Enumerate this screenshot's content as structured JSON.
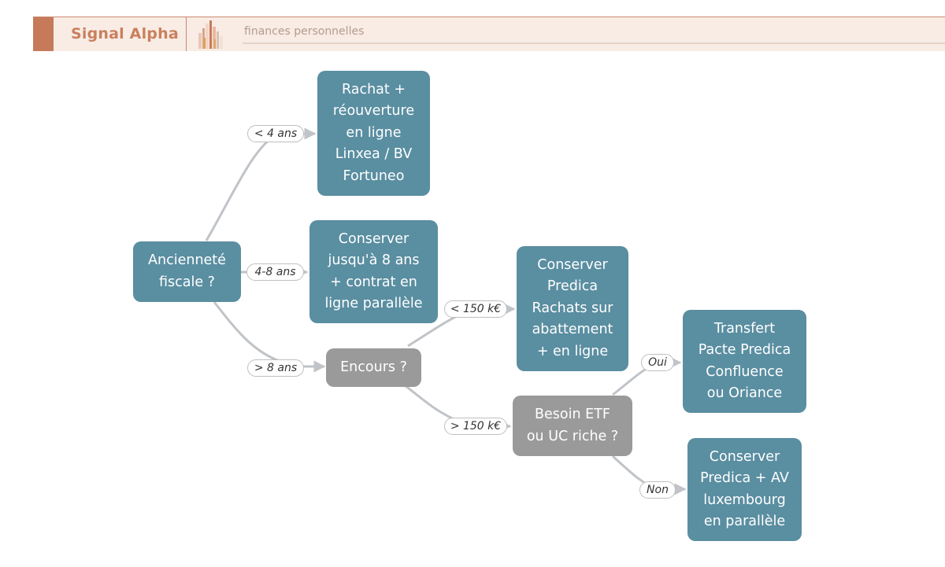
{
  "header": {
    "brand": "Signal Alpha",
    "tagline": "finances personnelles",
    "accent_color": "#c67a5a",
    "logo_icon": "bar-chart-logo-icon"
  },
  "diagram": {
    "colors": {
      "decision": "#5a8ea1",
      "question": "#9a9a9a",
      "edge": "#c0c4c8"
    },
    "nodes": {
      "root": "Ancienneté\nfiscale ?",
      "leaf_under4": "Rachat +\nréouverture\nen ligne\nLinxea / BV\nFortuneo",
      "leaf_4to8": "Conserver\njusqu'à 8 ans\n+ contrat en\nligne parallèle",
      "q_encours": "Encours ?",
      "leaf_under150": "Conserver\nPredica\nRachats sur\nabattement\n+ en ligne",
      "q_etf": "Besoin ETF\nou UC riche ?",
      "leaf_oui": "Transfert\nPacte Predica\nConfluence\nou Oriance",
      "leaf_non": "Conserver\nPredica + AV\nluxembourg\nen parallèle"
    },
    "edge_labels": {
      "under4": "< 4 ans",
      "4to8": "4-8 ans",
      "over8": "> 8 ans",
      "under150": "< 150 k€",
      "over150": "> 150 k€",
      "oui": "Oui",
      "non": "Non"
    }
  }
}
